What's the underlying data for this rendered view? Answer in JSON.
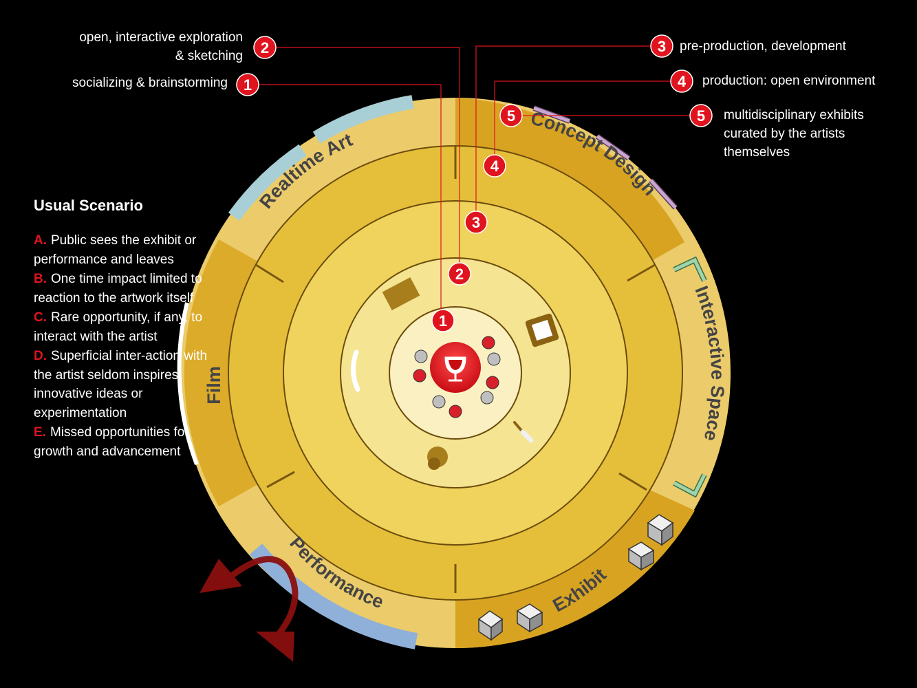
{
  "callouts": [
    {
      "number": "2",
      "lines": [
        "open, interactive exploration",
        "& sketching"
      ]
    },
    {
      "number": "1",
      "lines": [
        "socializing & brainstorming"
      ]
    },
    {
      "number": "3",
      "lines": [
        "pre-production, development"
      ]
    },
    {
      "number": "4",
      "lines": [
        "production: open environment"
      ]
    },
    {
      "number": "5",
      "lines": [
        "multidisciplinary exhibits",
        "curated by the artists",
        "themselves"
      ]
    }
  ],
  "segments": {
    "realtime_art": "Realtime Art",
    "concept_design": "Concept Design",
    "interactive_space": "Interactive Space",
    "exhibit": "Exhibit",
    "performance": "Performance",
    "film": "Film"
  },
  "ring_markers": [
    "1",
    "2",
    "3",
    "4",
    "5"
  ],
  "scenario": {
    "title": "Usual Scenario",
    "items": [
      {
        "letter": "A.",
        "text": "Public sees the exhibit or performance and leaves"
      },
      {
        "letter": "B.",
        "text": "One time impact limited to reaction to the artwork itself"
      },
      {
        "letter": "C.",
        "text": "Rare opportunity, if any, to interact with the artist"
      },
      {
        "letter": "D.",
        "text": "Superficial inter-action with the artist seldom inspires innovative ideas or experimentation"
      },
      {
        "letter": "E.",
        "text": "Missed opportunities for growth and advancement"
      }
    ]
  },
  "colors": {
    "marker_red": "#e0141e",
    "outer_ring_light": "#ebcb6a",
    "outer_ring_dark": "#d8a321",
    "ring_mid": "#e5bf3a",
    "ring_inner": "#efd35c",
    "ring_core": "#f5e492",
    "center": "#faf0c2",
    "line_red": "#e0141e"
  }
}
